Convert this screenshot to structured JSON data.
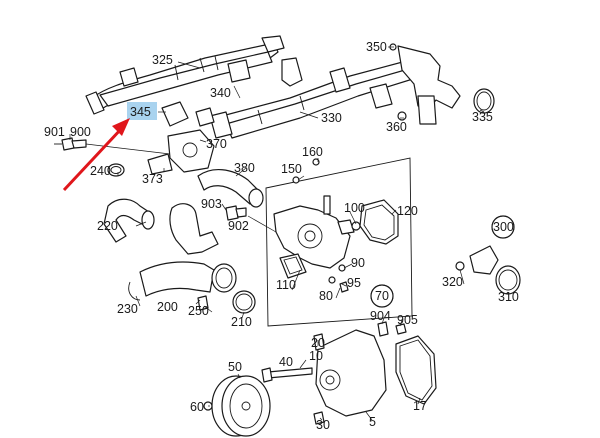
{
  "labels": {
    "l325": "325",
    "l350": "350",
    "l340": "340",
    "l345": "345",
    "l901": "901",
    "l900": "900",
    "l370": "370",
    "l330": "330",
    "l360": "360",
    "l335": "335",
    "l240": "240",
    "l373": "373",
    "l380": "380",
    "l160": "160",
    "l150": "150",
    "l903": "903",
    "l902": "902",
    "l100": "100",
    "l120": "120",
    "l220": "220",
    "l300": "300",
    "l110": "110",
    "l90": "90",
    "l95": "95",
    "l80": "80",
    "l320": "320",
    "l310": "310",
    "l70": "70",
    "l230": "230",
    "l200": "200",
    "l250": "250",
    "l210": "210",
    "l904": "904",
    "l905": "905",
    "l20": "20",
    "l10": "10",
    "l50": "50",
    "l40": "40",
    "l60": "60",
    "l30": "30",
    "l5": "5",
    "l17": "17"
  },
  "highlight": {
    "label": "345",
    "color": "#a9d3ef"
  },
  "arrow_color": "#e0161b"
}
